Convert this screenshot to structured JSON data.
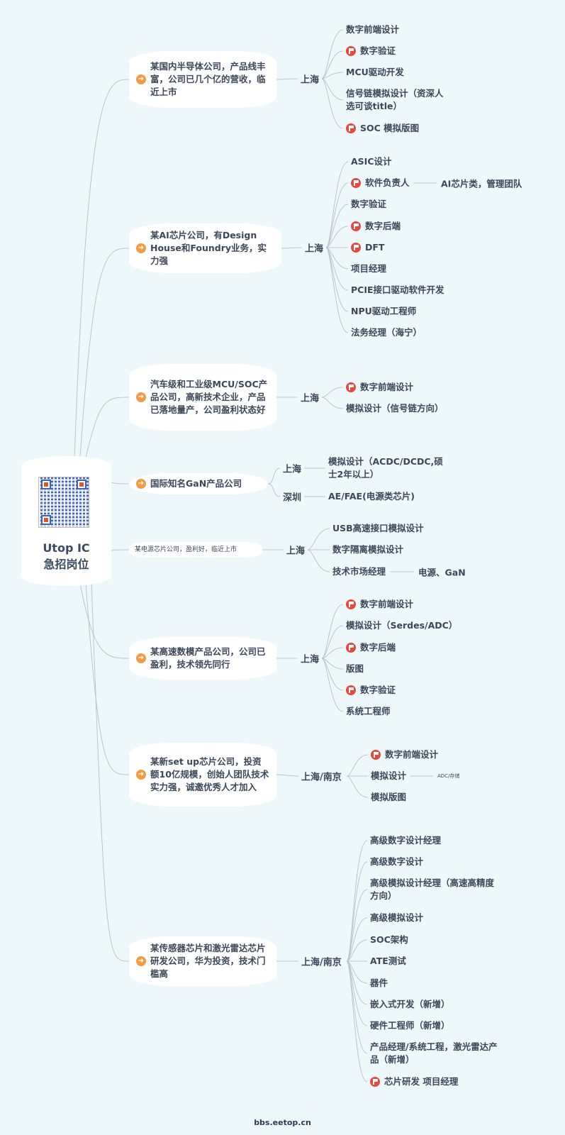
{
  "root": {
    "title_line1": "Utop IC",
    "title_line2": "急招岗位",
    "qr_icon": "qr-code-icon"
  },
  "watermark": "bbs.eetop.cn",
  "colors": {
    "background": "#eef7fa",
    "company_icon": "#f39a45",
    "flag_icon": "#e8473e",
    "text": "#3c4758"
  },
  "companies": [
    {
      "name": "某国内半导体公司，产品线丰富，公司已几个亿的营收，临近上市",
      "cities": [
        {
          "name": "上海",
          "jobs": [
            {
              "title": "数字前端设计",
              "flag": false
            },
            {
              "title": "数字验证",
              "flag": true
            },
            {
              "title": "MCU驱动开发",
              "flag": false
            },
            {
              "title": "信号链模拟设计（资深人选可谈title）",
              "flag": false
            },
            {
              "title": "SOC 模拟版图",
              "flag": true
            }
          ]
        }
      ]
    },
    {
      "name": "某AI芯片公司，有Design House和Foundry业务，实力强",
      "cities": [
        {
          "name": "上海",
          "jobs": [
            {
              "title": "ASIC设计",
              "flag": false
            },
            {
              "title": "软件负责人",
              "flag": true,
              "note": "AI芯片类，管理团队"
            },
            {
              "title": "数字验证",
              "flag": false
            },
            {
              "title": "数字后端",
              "flag": true
            },
            {
              "title": "DFT",
              "flag": true
            },
            {
              "title": "项目经理",
              "flag": false
            },
            {
              "title": "PCIE接口驱动软件开发",
              "flag": false
            },
            {
              "title": "NPU驱动工程师",
              "flag": false
            },
            {
              "title": "法务经理（海宁）",
              "flag": false
            }
          ]
        }
      ]
    },
    {
      "name": "汽车级和工业级MCU/SOC产品公司，高新技术企业，产品已落地量产，公司盈利状态好",
      "cities": [
        {
          "name": "上海",
          "jobs": [
            {
              "title": "数字前端设计",
              "flag": true
            },
            {
              "title": "模拟设计（信号链方向）",
              "flag": false
            }
          ]
        }
      ]
    },
    {
      "name": "国际知名GaN产品公司",
      "cities": [
        {
          "name": "上海",
          "jobs": [
            {
              "title": "模拟设计（ACDC/DCDC,硕士2年以上）",
              "flag": false
            }
          ]
        },
        {
          "name": "深圳",
          "jobs": [
            {
              "title": "AE/FAE(电源类芯片)",
              "flag": false
            }
          ]
        }
      ]
    },
    {
      "name": "某电源芯片公司，盈利好，临近上市",
      "small": true,
      "cities": [
        {
          "name": "上海",
          "jobs": [
            {
              "title": "USB高速接口模拟设计",
              "flag": false
            },
            {
              "title": "数字隔离模拟设计",
              "flag": false
            },
            {
              "title": "技术市场经理",
              "flag": false,
              "note": "电源、GaN"
            }
          ]
        }
      ]
    },
    {
      "name": "某高速数模产品公司，公司已盈利，技术领先同行",
      "cities": [
        {
          "name": "上海",
          "jobs": [
            {
              "title": "数字前端设计",
              "flag": true
            },
            {
              "title": "模拟设计（Serdes/ADC）",
              "flag": false
            },
            {
              "title": "数字后端",
              "flag": true
            },
            {
              "title": "版图",
              "flag": false
            },
            {
              "title": "数字验证",
              "flag": true
            },
            {
              "title": "系统工程师",
              "flag": false
            }
          ]
        }
      ]
    },
    {
      "name": "某新set up芯片公司，投资额10亿规模，创始人团队技术实力强，诚邀优秀人才加入",
      "cities": [
        {
          "name": "上海/南京",
          "jobs": [
            {
              "title": "数字前端设计",
              "flag": true
            },
            {
              "title": "模拟设计",
              "flag": false,
              "note": "ADC/存储",
              "note_small": true
            },
            {
              "title": "模拟版图",
              "flag": false
            }
          ]
        }
      ]
    },
    {
      "name": "某传感器芯片和激光雷达芯片研发公司，华为投资，技术门槛高",
      "cities": [
        {
          "name": "上海/南京",
          "jobs": [
            {
              "title": "高级数字设计经理",
              "flag": false
            },
            {
              "title": "高级数字设计",
              "flag": false
            },
            {
              "title": "高级模拟设计经理（高速高精度方向）",
              "flag": false
            },
            {
              "title": "高级模拟设计",
              "flag": false
            },
            {
              "title": "SOC架构",
              "flag": false
            },
            {
              "title": "ATE测试",
              "flag": false
            },
            {
              "title": "器件",
              "flag": false
            },
            {
              "title": "嵌入式开发（新增）",
              "flag": false
            },
            {
              "title": "硬件工程师（新增）",
              "flag": false
            },
            {
              "title": "产品经理/系统工程，激光雷达产品（新增）",
              "flag": false
            },
            {
              "title": "芯片研发 项目经理",
              "flag": true
            }
          ]
        }
      ]
    }
  ]
}
